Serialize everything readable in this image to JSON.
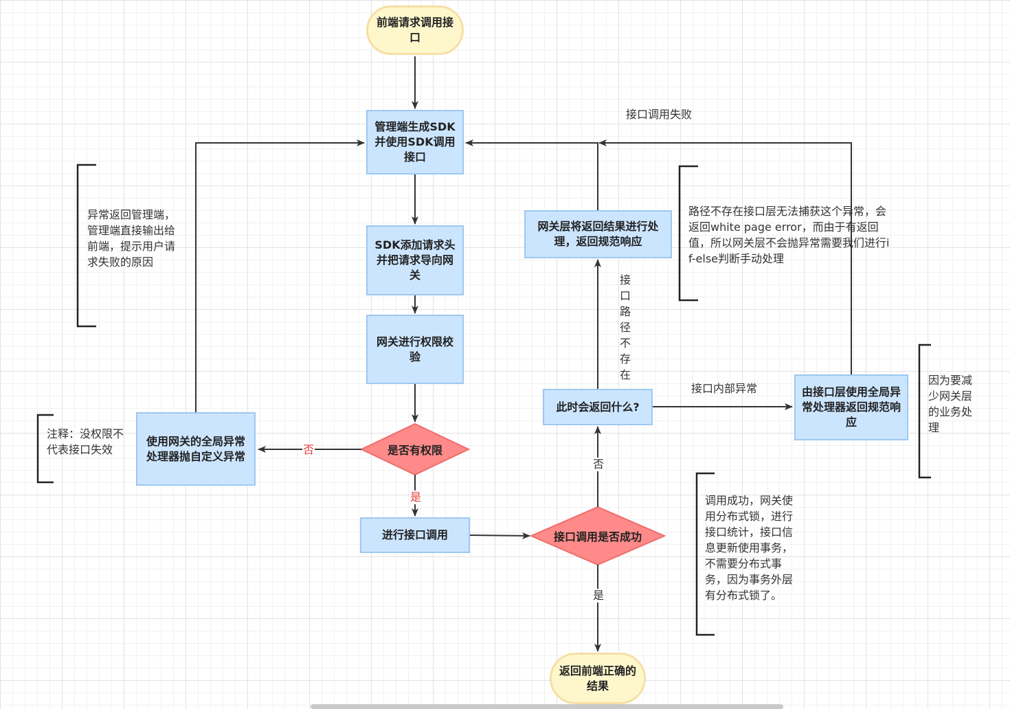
{
  "nodes": {
    "start": "前端请求调用接口",
    "sdk_generate": "管理端生成SDK并使用SDK调用接口",
    "sdk_header": "SDK添加请求头并把请求导向网关",
    "gateway_auth": "网关进行权限校验",
    "has_permission": "是否有权限",
    "global_handler": "使用网关的全局异常处理器抛自定义异常",
    "do_call": "进行接口调用",
    "call_success": "接口调用是否成功",
    "what_return": "此时会返回什么?",
    "gateway_process": "网关层将返回结果进行处理，返回规范响应",
    "interface_handler": "由接口层使用全局异常处理器返回规范响应",
    "end": "返回前端正确的结果"
  },
  "edge_labels": {
    "no_perm": "否",
    "yes_perm": "是",
    "call_failed_no": "否",
    "call_success_yes": "是",
    "path_not_exist": "接口路径不存在",
    "internal_error": "接口内部异常",
    "call_failed": "接口调用失败"
  },
  "notes": {
    "exception_return": "异常返回管理端，管理端直接输出给前端，提示用户请求失败的原因",
    "no_perm_note": "注释：没权限不代表接口失效",
    "path_note": "路径不存在接口层无法捕获这个异常，会返回white page error，而由于有返回值，所以网关层不会抛异常需要我们进行if-else判断手动处理",
    "reduce_note": "因为要减少网关层的业务处理",
    "success_note": "调用成功，网关使用分布式锁，进行接口统计，接口信息更新使用事务，不需要分布式事务，因为事务外层有分布式锁了。"
  },
  "colors": {
    "process_fill": "#cce5ff",
    "process_border": "#9dc8f0",
    "terminal_fill": "#fff7cc",
    "terminal_border": "#f6dfa6",
    "decision_fill": "#ff8a8a",
    "decision_border": "#f06b6b",
    "edge": "#333333",
    "yes_no_label": "#e33b3b"
  }
}
